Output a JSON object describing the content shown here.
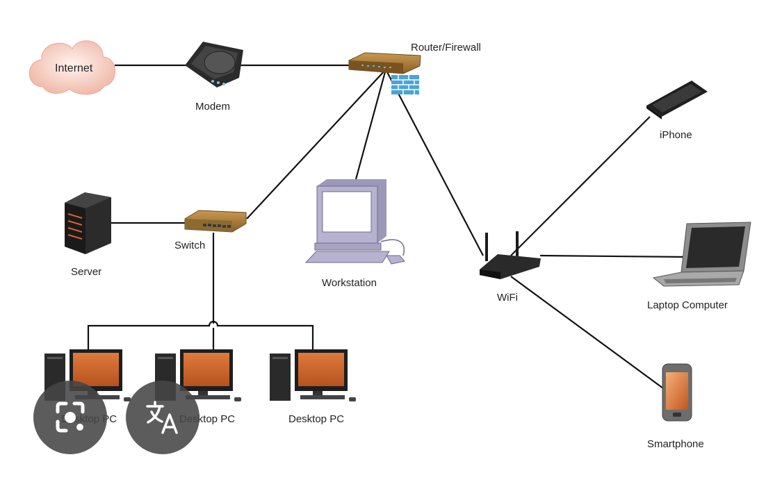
{
  "nodes": {
    "internet": "Internet",
    "modem": "Modem",
    "router": "Router/Firewall",
    "iphone": "iPhone",
    "server": "Server",
    "switch": "Switch",
    "workstation": "Workstation",
    "wifi": "WiFi",
    "laptop": "Laptop Computer",
    "desktop1": "Desktop PC",
    "desktop2": "Desktop PC",
    "desktop3": "Desktop PC",
    "smartphone": "Smartphone"
  },
  "overlay": {
    "left_button_icon": "lens-camera-icon",
    "right_button_icon": "translate-icon"
  },
  "colors": {
    "link": "#111111",
    "device_dark": "#2b2b2b",
    "monitor_orange": "#c8642a",
    "router_gold": "#9a6a2a",
    "firewall_blue": "#4aa3d8",
    "cloud_pink": "#f2c4b8",
    "overlay_grey": "#464646"
  }
}
